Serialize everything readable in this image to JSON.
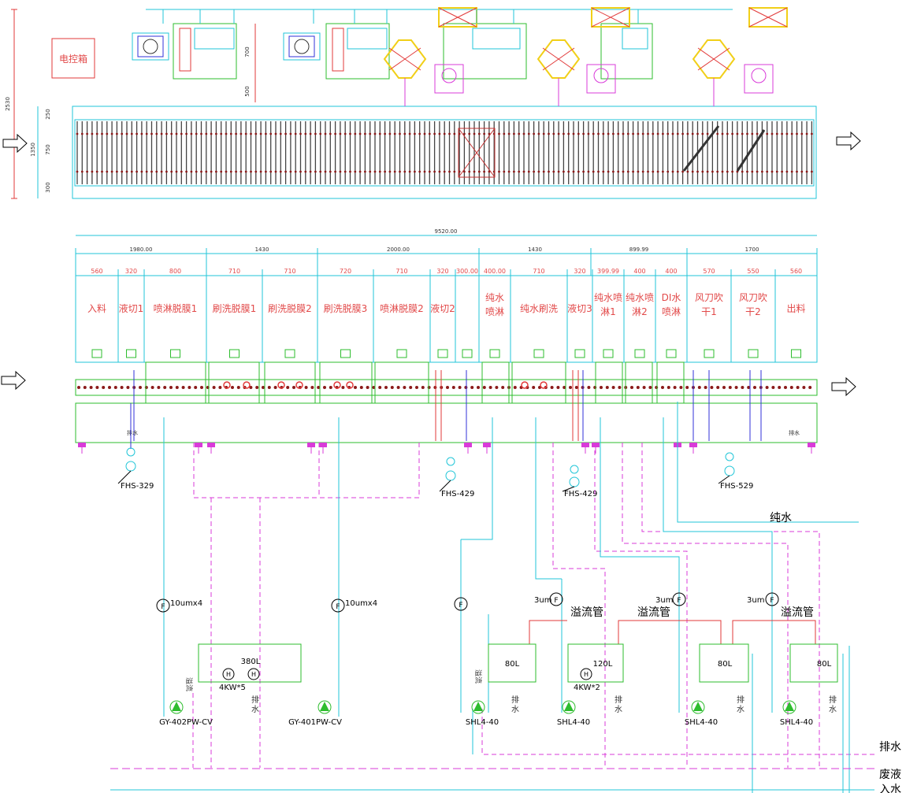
{
  "top_plan": {
    "control_box": "电控箱",
    "dims_left": [
      "2530",
      "1350"
    ],
    "dims_inner": [
      "250",
      "750",
      "300"
    ],
    "dims_unit": [
      "700",
      "500"
    ]
  },
  "elevation": {
    "total": "9520.00",
    "sections": [
      {
        "width": "1980.00"
      },
      {
        "width": "1430"
      },
      {
        "width": "2000.00"
      },
      {
        "width": "1430"
      },
      {
        "width": "899.99"
      },
      {
        "width": "1700"
      }
    ],
    "zones": [
      {
        "w": "560",
        "name": "入料"
      },
      {
        "w": "320",
        "name": "液切1"
      },
      {
        "w": "800",
        "name": "喷淋脱膜1"
      },
      {
        "w": "710",
        "name": "刷洗脱膜1"
      },
      {
        "w": "710",
        "name": "刷洗脱膜2"
      },
      {
        "w": "720",
        "name": "刷洗脱膜3"
      },
      {
        "w": "710",
        "name": "喷淋脱膜2"
      },
      {
        "w": "320",
        "name": "液切2"
      },
      {
        "w": "300.00",
        "name": ""
      },
      {
        "w": "400.00",
        "name": "纯水喷淋"
      },
      {
        "w": "710",
        "name": "纯水刷洗"
      },
      {
        "w": "320",
        "name": "液切3"
      },
      {
        "w": "399.99",
        "name": "纯水喷淋1"
      },
      {
        "w": "400",
        "name": "纯水喷淋2"
      },
      {
        "w": "400",
        "name": "DI水喷淋"
      },
      {
        "w": "570",
        "name": "风刀吹干1"
      },
      {
        "w": "550",
        "name": "风刀吹干2"
      },
      {
        "w": "560",
        "name": "出料"
      }
    ],
    "small_drain": "排水",
    "fhs": [
      "FHS-329",
      "FHS-429",
      "FHS-429",
      "FHS-529"
    ]
  },
  "tanks": [
    {
      "label": "380L",
      "heater": "4KW*5",
      "pumps": [
        "GY-402PW-CV",
        "GY-401PW-CV"
      ],
      "filters": [
        "10umx4",
        "10umx4"
      ]
    },
    {
      "label": "80L",
      "pump": "SHL4-40"
    },
    {
      "label": "120L",
      "heater": "4KW*2",
      "pump": "SHL4-40",
      "filter": "3um"
    },
    {
      "label": "80L",
      "pump": "SHL4-40",
      "filter": "3um"
    },
    {
      "label": "80L",
      "pump": "SHL4-40",
      "filter": "3um"
    }
  ],
  "overflow": [
    "溢流管",
    "溢流管",
    "溢流管"
  ],
  "overflow_side": "溢流",
  "drain_vertical": "排水",
  "lines": {
    "pure_water": "纯水",
    "drain": "排水",
    "waste": "废液",
    "inlet": "入水"
  },
  "colors": {
    "cyan": "#22c6d8",
    "green": "#2ebd2e",
    "magenta": "#d93bd9",
    "red": "#e23a3a",
    "blue": "#3030d8",
    "yellow": "#f1cf18"
  }
}
